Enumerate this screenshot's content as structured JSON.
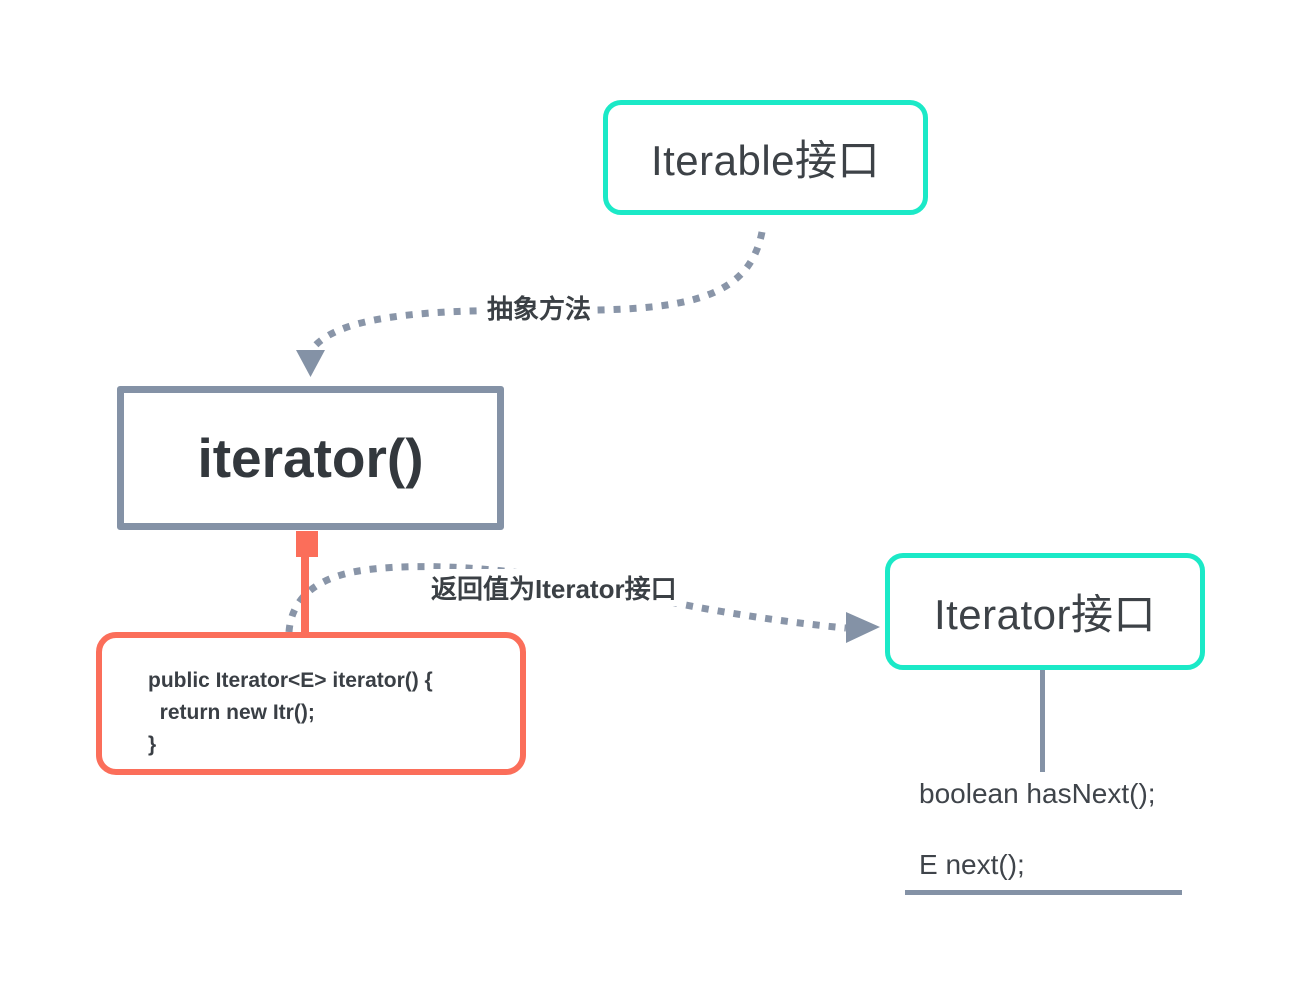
{
  "diagram": {
    "title_hint": "Iterable / Iterator interface relationship diagram",
    "nodes": {
      "iterable_interface": {
        "label": "Iterable接口"
      },
      "iterator_method": {
        "label": "iterator()"
      },
      "iterator_implementation_code": {
        "lines": [
          "public Iterator<E> iterator() {",
          "  return new Itr();",
          "}"
        ]
      },
      "iterator_interface": {
        "label": "Iterator接口"
      }
    },
    "edges": {
      "abstract_method": {
        "label": "抽象方法"
      },
      "return_value": {
        "label": "返回值为Iterator接口"
      }
    },
    "iterator_interface_methods": {
      "has_next": "boolean hasNext();",
      "next": "E next();"
    },
    "colors": {
      "teal_border": "#1be9c7",
      "slate_gray": "#8492a6",
      "dotted_gray": "#8995a8",
      "red_accent": "#fb6e5a",
      "text_dark": "#3b4045"
    }
  }
}
